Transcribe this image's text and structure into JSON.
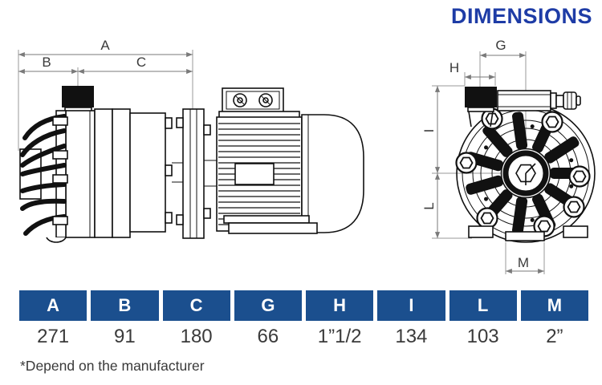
{
  "title": "DIMENSIONS",
  "footnote": "*Depend on the manufacturer",
  "dims": {
    "a": "A",
    "b": "B",
    "c": "C",
    "g": "G",
    "h": "H",
    "i": "I",
    "l": "L",
    "m": "M"
  },
  "table": {
    "columns": [
      {
        "label": "A",
        "value": "271"
      },
      {
        "label": "B",
        "value": "91"
      },
      {
        "label": "C",
        "value": "180"
      },
      {
        "label": "G",
        "value": "66"
      },
      {
        "label": "H",
        "value": "1”1/2"
      },
      {
        "label": "I",
        "value": "134"
      },
      {
        "label": "L",
        "value": "103"
      },
      {
        "label": "M",
        "value": "2”"
      }
    ]
  },
  "colors": {
    "title_blue": "#1e3ca6",
    "table_header_blue": "#1b4f8e",
    "drawing_line": "#111111",
    "dimension_line": "#7a7a7a"
  }
}
